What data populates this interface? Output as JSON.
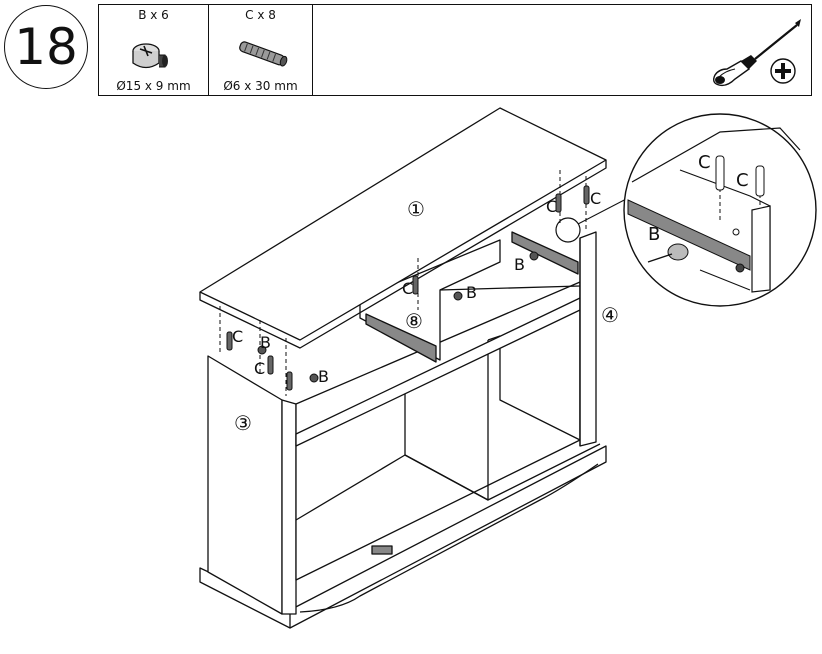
{
  "step": {
    "number": "18"
  },
  "parts": [
    {
      "letter": "B",
      "qty_label": "B x 6",
      "dimension": "Ø15 x 9 mm",
      "icon": "cam-lock-icon"
    },
    {
      "letter": "C",
      "qty_label": "C x 8",
      "dimension": "Ø6 x 30 mm",
      "icon": "wooden-dowel-icon"
    }
  ],
  "tools": {
    "screwdriver_icon": "phillips-screwdriver-icon",
    "head_icon": "phillips-head-icon"
  },
  "callouts": {
    "top_panel": "①",
    "left_side": "③",
    "right_side": "④",
    "drawer_rail": "⑧",
    "dowel": "C",
    "cam": "B"
  }
}
